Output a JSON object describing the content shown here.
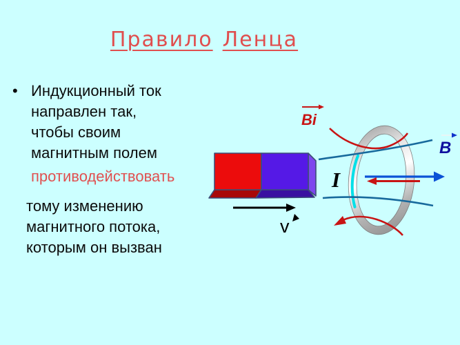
{
  "slide": {
    "background_color": "#ccffff",
    "title": {
      "word1": "Правило",
      "word2": "Ленца",
      "color": "#e04e4e"
    },
    "bullet": {
      "marker": "•",
      "paragraph1_lines": [
        "Индукционный ток",
        "направлен так,",
        "чтобы своим",
        "магнитным полем"
      ],
      "highlight_text": "противодействовать",
      "highlight_color": "#e05050",
      "paragraph2_lines": [
        "тому изменению",
        "магнитного потока,",
        "которым он вызван"
      ],
      "text_color": "#0a0a0a"
    }
  },
  "diagram": {
    "labels": {
      "induced_field": "Bi",
      "external_field": "B",
      "current": "I",
      "velocity": "v"
    },
    "colors": {
      "magnet_north_red": "#ec0c0c",
      "magnet_north_bottom": "#a80808",
      "magnet_south_blue": "#5519e6",
      "magnet_south_bottom": "#3a10a0",
      "magnet_side_purple": "#7e46ee",
      "field_line_blue": "#17699c",
      "external_field_arrow_blue": "#0b52d6",
      "induced_red": "#c81414",
      "external_label_navy": "#0f0f9e",
      "ring_highlight_cyan": "#00e0e8",
      "velocity_black": "#000000"
    }
  }
}
